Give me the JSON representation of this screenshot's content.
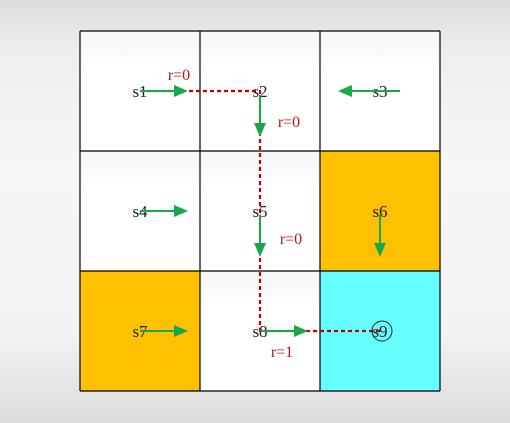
{
  "grid": {
    "cells": [
      {
        "id": "s1",
        "label": "s1",
        "fill": "#ffffff",
        "action": "right"
      },
      {
        "id": "s2",
        "label": "s2",
        "fill": "#ffffff",
        "action": "down"
      },
      {
        "id": "s3",
        "label": "s3",
        "fill": "#ffffff",
        "action": "left"
      },
      {
        "id": "s4",
        "label": "s4",
        "fill": "#ffffff",
        "action": "right"
      },
      {
        "id": "s5",
        "label": "s5",
        "fill": "#ffffff",
        "action": "down"
      },
      {
        "id": "s6",
        "label": "s6",
        "fill": "#ffc000",
        "action": "down"
      },
      {
        "id": "s7",
        "label": "s7",
        "fill": "#ffc000",
        "action": "right"
      },
      {
        "id": "s8",
        "label": "s8",
        "fill": "#ffffff",
        "action": "right"
      },
      {
        "id": "s9",
        "label": "s9",
        "fill": "#66ffff",
        "action": "target"
      }
    ]
  },
  "rewards": [
    {
      "id": "r-s1-s2",
      "label": "r=0"
    },
    {
      "id": "r-s2-s5",
      "label": "r=0"
    },
    {
      "id": "r-s5-s8",
      "label": "r=0"
    },
    {
      "id": "r-s8-s9",
      "label": "r=1"
    }
  ],
  "trajectory": [
    "s1",
    "s2",
    "s5",
    "s8",
    "s9"
  ],
  "colors": {
    "arrow": "#18a84a",
    "trajectory": "#c00000",
    "reward_text": "#b01818",
    "label_text": "#222222",
    "grid_line": "#000000"
  }
}
